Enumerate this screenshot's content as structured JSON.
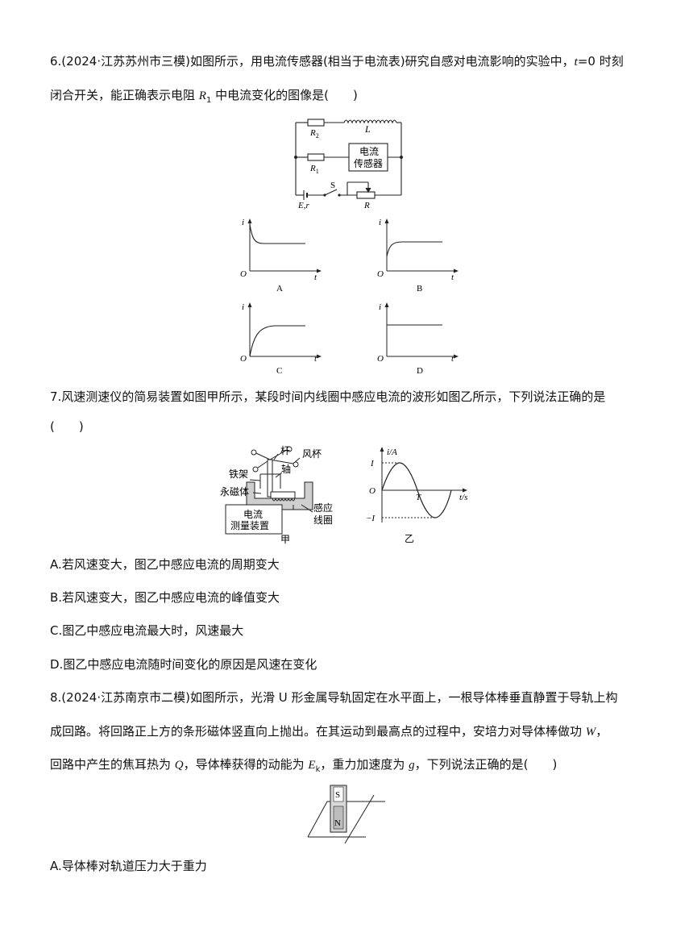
{
  "q6": {
    "line1_a": "6.(2024·江苏苏州市三模)如图所示，用电流传感器(相当于电流表)研究自感对电流影响的实验中，",
    "t_eq": "t",
    "line1_b": "=0 时刻",
    "line2_a": "闭合开关，能正确表示电阻 ",
    "r1": "R",
    "r1_sub": "1",
    "line2_b": " 中电流变化的图像是(　　)",
    "circuit": {
      "r2": "R",
      "r2_sub": "2",
      "l": "L",
      "r1": "R",
      "r1_sub": "1",
      "sensor_l1": "电流",
      "sensor_l2": "传感器",
      "s": "S",
      "er": "E,r",
      "r": "R"
    },
    "graphs": {
      "i": "i",
      "o": "O",
      "t": "t",
      "labels": [
        "A",
        "B",
        "C",
        "D"
      ]
    }
  },
  "q7": {
    "line1": "7.风速测速仪的简易装置如图甲所示，某段时间内线圈中感应电流的波形如图乙所示，下列说法正确的是",
    "line2": "(　　)",
    "device": {
      "gan": "杆",
      "fengbei": "风杯",
      "tiejia": "铁架",
      "zhou": "轴",
      "ci": "永磁体",
      "meas_l1": "电流",
      "meas_l2": "测量装置",
      "coil_l1": "感应",
      "coil_l2": "线圈",
      "caption": "甲"
    },
    "wave": {
      "ylabel": "i/A",
      "xlabel": "t/s",
      "o": "O",
      "imax": "I",
      "imin": "−I",
      "period": "T",
      "caption": "乙"
    },
    "options": [
      "A.若风速变大，图乙中感应电流的周期变大",
      "B.若风速变大，图乙中感应电流的峰值变大",
      "C.图乙中感应电流最大时，风速最大",
      "D.图乙中感应电流随时间变化的原因是风速在变化"
    ]
  },
  "q8": {
    "line1": "8.(2024·江苏南京市二模)如图所示，光滑 U 形金属导轨固定在水平面上，一根导体棒垂直静置于导轨上构",
    "line2_a": "成回路。将回路正上方的条形磁体竖直向上抛出。在其运动到最高点的过程中，安培力对导体棒做功 ",
    "w": "W",
    "line2_b": "，",
    "line3_a": "回路中产生的焦耳热为 ",
    "q": "Q",
    "line3_b": "，导体棒获得的动能为 ",
    "ek": "E",
    "ek_sub": "k",
    "line3_c": "，重力加速度为 ",
    "g": "g",
    "line3_d": "，下列说法正确的是(　　)",
    "magnet_s": "S",
    "magnet_n": "N",
    "option_a": "A.导体棒对轨道压力大于重力"
  }
}
